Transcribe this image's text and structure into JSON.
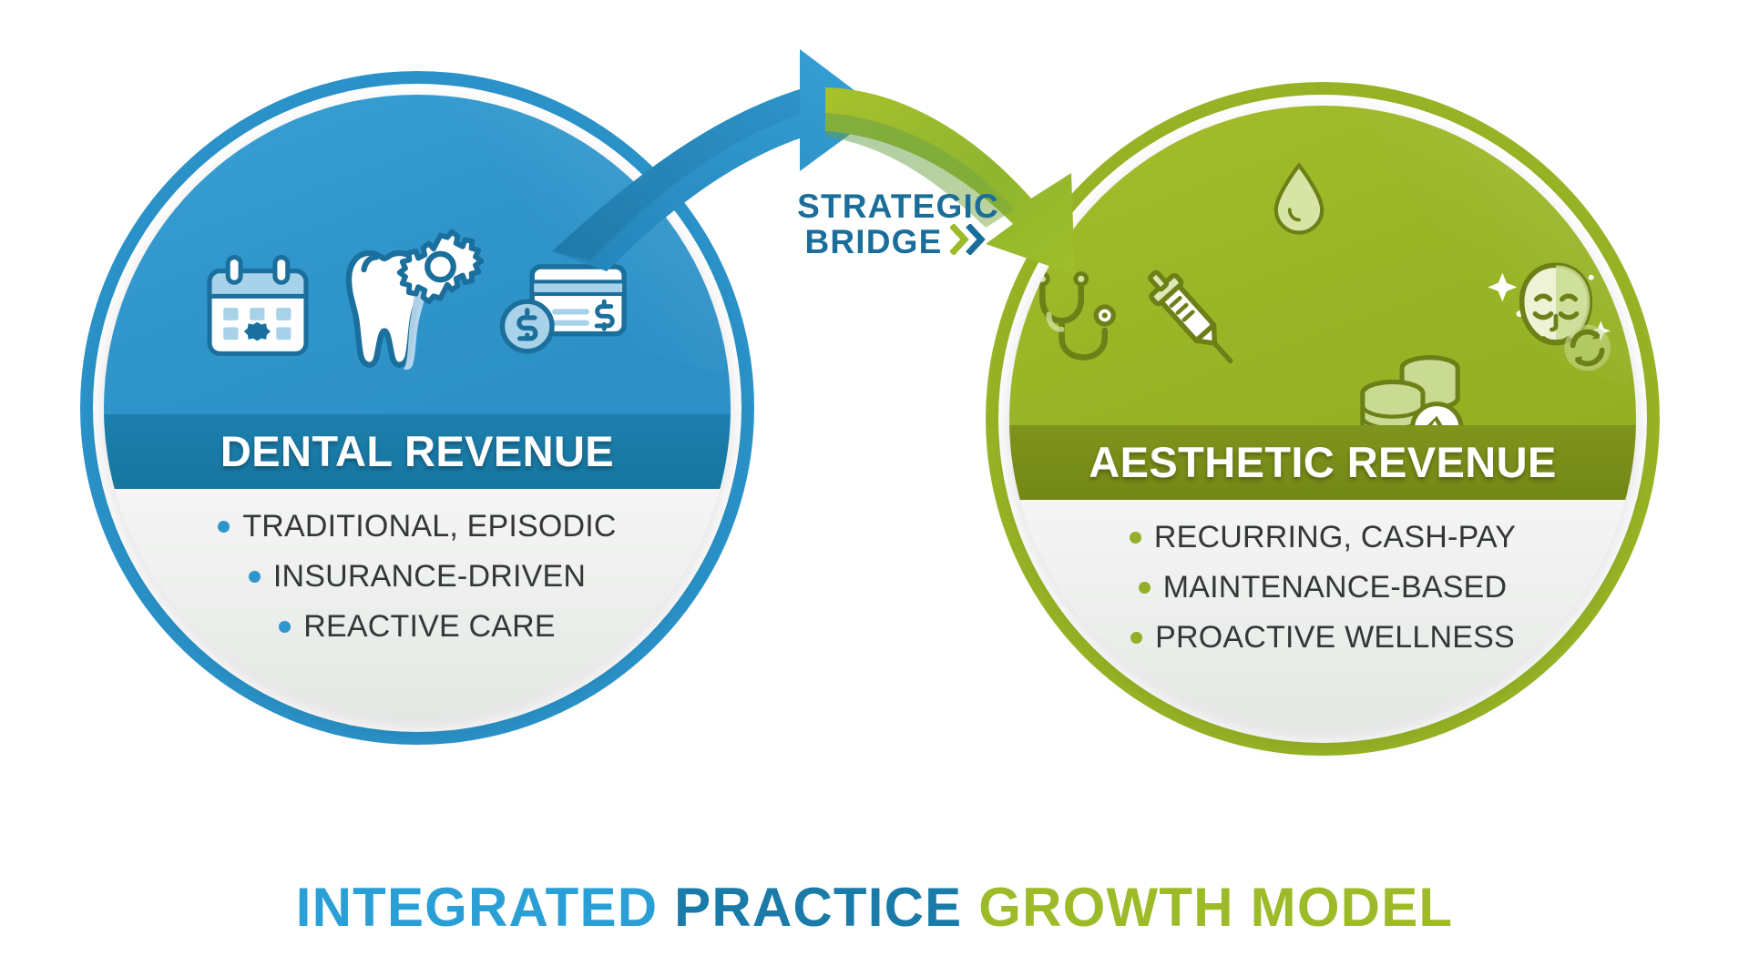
{
  "footer": {
    "part1": "INTEGRATED",
    "part2": "PRACTICE",
    "part3": "GROWTH MODEL",
    "color1": "#2A9FD6",
    "color2": "#1A7AA8",
    "color3": "#9DBB28"
  },
  "bridge": {
    "line1": "STRATEGIC",
    "line2": "BRIDGE",
    "chevron": "double-chevron-right-icon",
    "label_color": "#1A6E99",
    "arrow_blue_color": "#2F95CB",
    "arrow_green_color": "#9DBB28"
  },
  "left_card": {
    "title": "DENTAL REVENUE",
    "accent": "#2F95CB",
    "ring_color": "#2A92C8",
    "banner_color": "#1D7FAE",
    "bullets": [
      "TRADITIONAL, EPISODIC",
      "INSURANCE-DRIVEN",
      "REACTIVE CARE"
    ],
    "icons": [
      "calendar-icon",
      "tooth-gear-icon",
      "credit-card-dollar-icon"
    ]
  },
  "right_card": {
    "title": "AESTHETIC REVENUE",
    "accent": "#95AE27",
    "ring_color": "#97B325",
    "banner_color": "#7F941C",
    "bullets": [
      "RECURRING, CASH-PAY",
      "MAINTENANCE-BASED",
      "PROACTIVE WELLNESS"
    ],
    "icons": [
      "stethoscope-icon",
      "syringe-icon",
      "droplet-icon",
      "coins-recycle-icon",
      "face-sparkle-refresh-icon"
    ]
  }
}
